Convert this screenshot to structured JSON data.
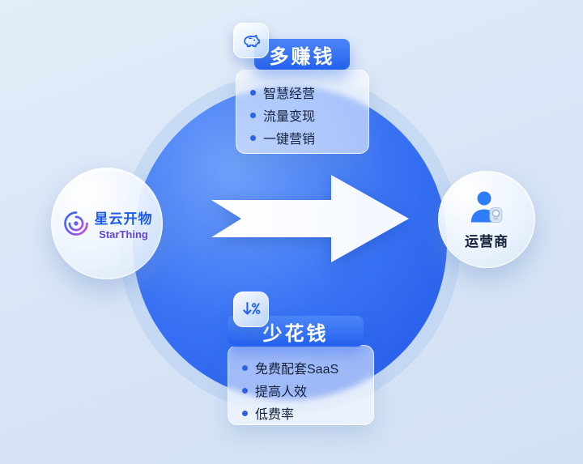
{
  "left_node": {
    "logo_cn": "星云开物",
    "logo_en": "StarThing"
  },
  "right_node": {
    "label": "运营商"
  },
  "top_card": {
    "title": "多赚钱",
    "items": [
      "智慧经营",
      "流量变现",
      "一键营销"
    ]
  },
  "bottom_card": {
    "title": "少花钱",
    "items": [
      "免费配套SaaS",
      "提高人效",
      "低费率"
    ]
  },
  "icons": {
    "top_badge": "piggy-bank-icon",
    "bottom_badge": "discount-down-icon",
    "left_node": "starthing-swirl-icon",
    "right_node": "operator-person-icon"
  },
  "colors": {
    "background": "#d7e4f6",
    "accent_blue": "#2563eb",
    "circle_gradient_start": "#6fa0fa",
    "circle_gradient_end": "#1f55e8",
    "title_text": "#ffffff",
    "item_text": "#15223e"
  }
}
